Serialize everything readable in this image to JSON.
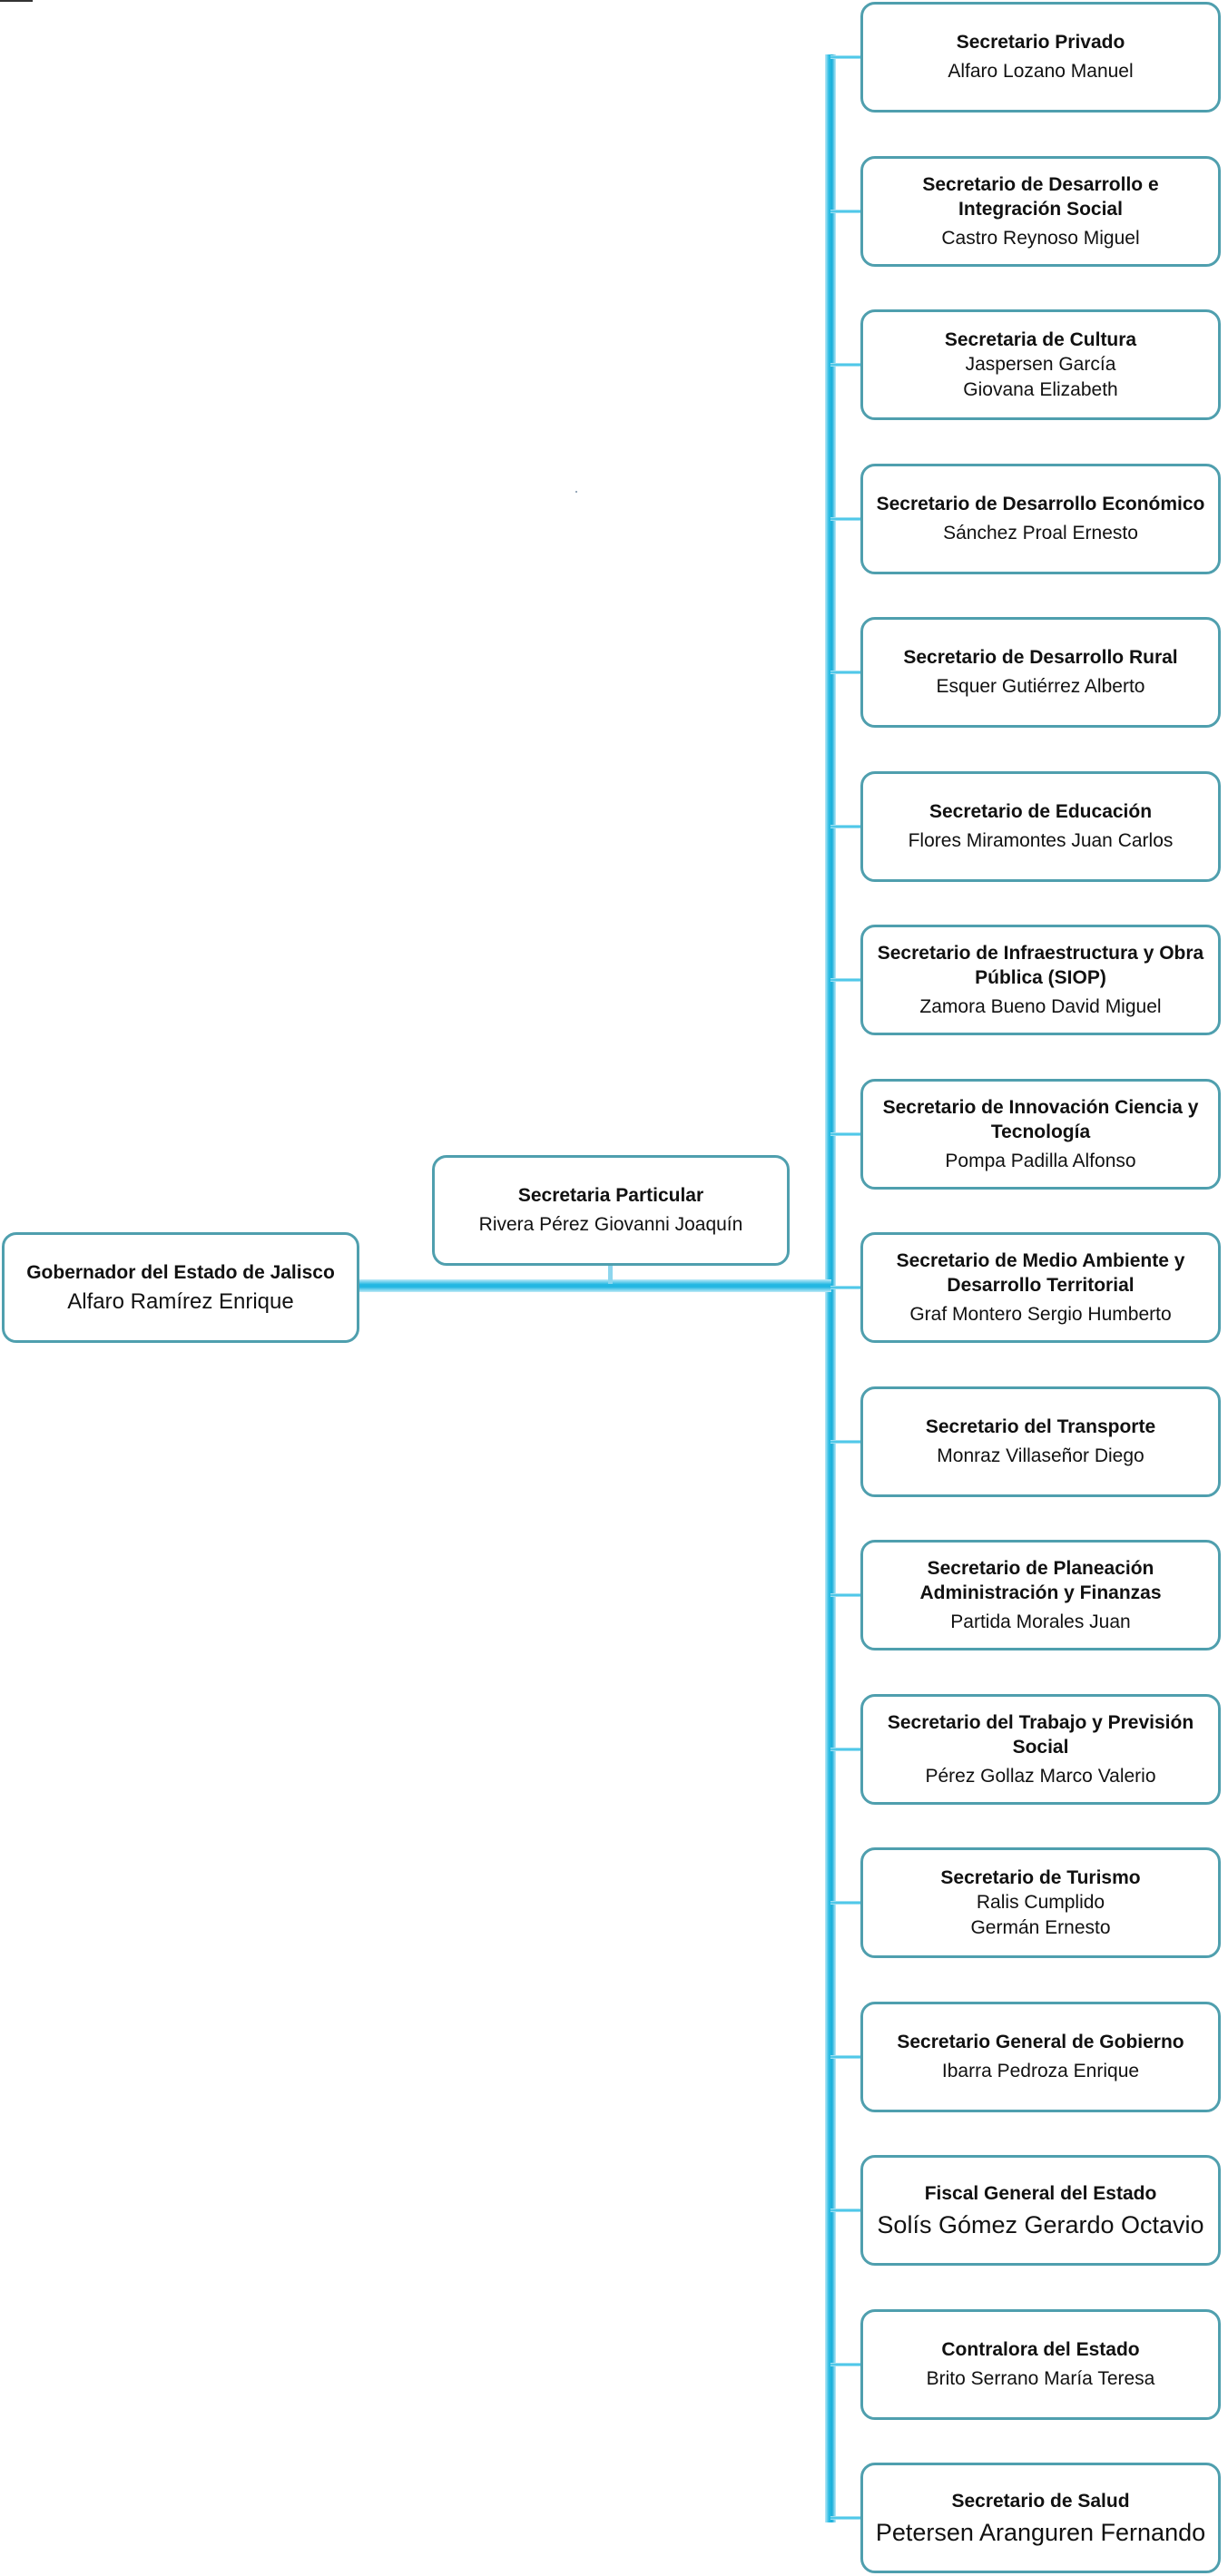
{
  "governor": {
    "title": "Gobernador del Estado de Jalisco",
    "name": "Alfaro Ramírez Enrique"
  },
  "particular": {
    "title": "Secretaria Particular",
    "name": "Rivera Pérez Giovanni Joaquín"
  },
  "secretaries": [
    {
      "title": "Secretario Privado",
      "name": "Alfaro Lozano Manuel"
    },
    {
      "title": "Secretario de Desarrollo e Integración Social",
      "name": "Castro Reynoso Miguel"
    },
    {
      "title": "Secretaria de Cultura",
      "name": "Jaspersen García",
      "name2": "Giovana Elizabeth"
    },
    {
      "title": "Secretario de Desarrollo Económico",
      "name": "Sánchez Proal Ernesto"
    },
    {
      "title": "Secretario de Desarrollo Rural",
      "name": "Esquer Gutiérrez Alberto"
    },
    {
      "title": "Secretario de Educación",
      "name": "Flores Miramontes Juan Carlos"
    },
    {
      "title": "Secretario de Infraestructura y Obra Pública (SIOP)",
      "name": "Zamora Bueno David Miguel"
    },
    {
      "title": "Secretario de Innovación Ciencia y Tecnología",
      "name": "Pompa Padilla Alfonso"
    },
    {
      "title": "Secretario de Medio Ambiente y Desarrollo Territorial",
      "name": "Graf Montero Sergio Humberto"
    },
    {
      "title": "Secretario del Transporte",
      "name": "Monraz Villaseñor Diego"
    },
    {
      "title": "Secretario de Planeación Administración y Finanzas",
      "name": "Partida Morales Juan"
    },
    {
      "title": "Secretario del Trabajo y Previsión Social",
      "name": "Pérez Gollaz Marco Valerio"
    },
    {
      "title": "Secretario de Turismo",
      "name": "Ralis Cumplido",
      "name2": "Germán Ernesto"
    },
    {
      "title": "Secretario General de Gobierno",
      "name": "Ibarra Pedroza Enrique"
    },
    {
      "title": "Fiscal General del Estado",
      "name": "Solís Gómez Gerardo Octavio"
    },
    {
      "title": "Contralora del Estado",
      "name": "Brito Serrano María Teresa"
    },
    {
      "title": "Secretario de Salud",
      "name": "Petersen Aranguren Fernando"
    }
  ]
}
